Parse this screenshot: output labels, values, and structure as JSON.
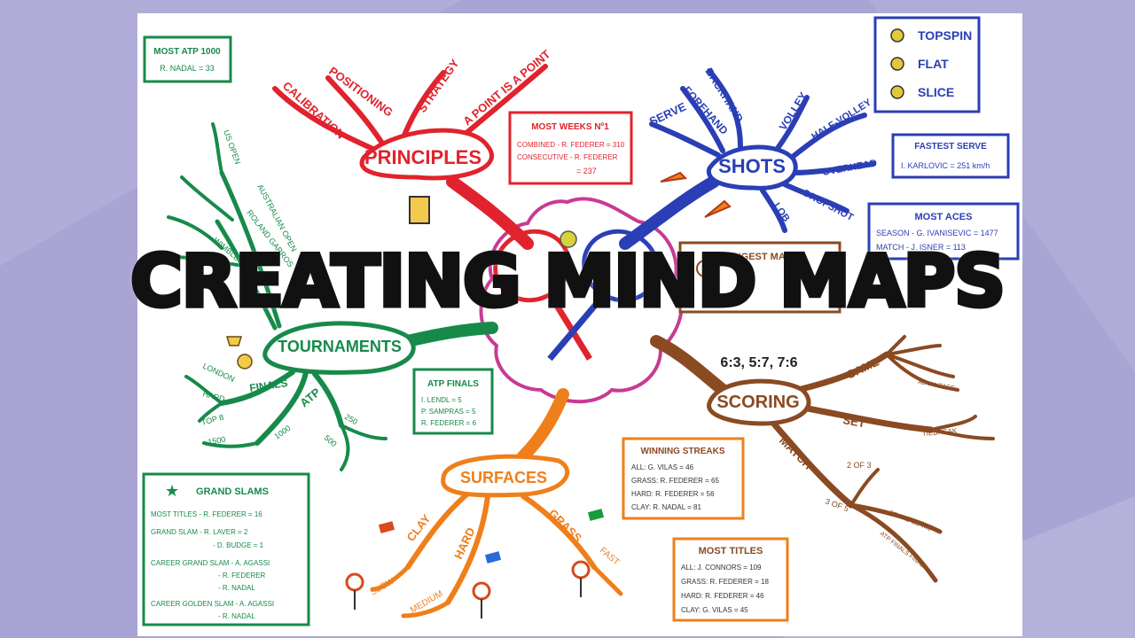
{
  "title": "CREATING MIND MAPS",
  "colors": {
    "background": "#a9a4d3",
    "paper": "#ffffff",
    "principles": "#e0232d",
    "shots": "#2a3fb5",
    "tournaments": "#178a4a",
    "surfaces": "#ef7f1a",
    "scoring": "#8a4a22",
    "center": "#c83a94"
  },
  "center": {
    "icon": "tennis-rackets-icon"
  },
  "branches": {
    "principles": {
      "label": "PRINCIPLES",
      "children": [
        "CALIBRATION",
        "POSITIONING",
        "STRATEGY",
        "A POINT IS A POINT"
      ]
    },
    "shots": {
      "label": "SHOTS",
      "children": [
        "SERVE",
        "FOREHAND",
        "BACKHAND",
        "VOLLEY",
        "HALF-VOLLEY",
        "OVERHEAD",
        "DROPSHOT",
        "LOB"
      ]
    },
    "tournaments": {
      "label": "TOURNAMENTS",
      "children": [
        "US OPEN",
        "ROLAND GARROS",
        "WIMBLEDON",
        "AUSTRALIAN OPEN",
        "FINALS",
        "ATP",
        "LONDON",
        "HARD",
        "TOP 8",
        "1500",
        "1000",
        "500",
        "250"
      ]
    },
    "surfaces": {
      "label": "SURFACES",
      "children": [
        "CLAY",
        "HARD",
        "GRASS",
        "SLOW",
        "MEDIUM",
        "FAST"
      ]
    },
    "scoring": {
      "label": "SCORING",
      "children": [
        "GAME",
        "SET",
        "MATCH",
        "ADVANTAGE",
        "TIEBREAK",
        "2 OF 3",
        "3 OF 5",
        "GRAND SLAMS",
        "ATP FINALS FINAL"
      ],
      "example": "6:3, 5:7, 7:6"
    }
  },
  "boxes": {
    "most_atp": {
      "title": "MOST ATP 1000",
      "line1": "R. NADAL = 33"
    },
    "most_weeks": {
      "title": "MOST WEEKS Nº1",
      "line1": "COMBINED - R. FEDERER = 310",
      "line2": "CONSECUTIVE - R. FEDERER",
      "line3": "= 237"
    },
    "shot_types": {
      "items": [
        "TOPSPIN",
        "FLAT",
        "SLICE"
      ]
    },
    "fastest_serve": {
      "title": "FASTEST SERVE",
      "line1": "I. KARLOVIC = 251 km/h"
    },
    "most_aces": {
      "title": "MOST ACES",
      "line1": "SEASON - G. IVANISEVIC = 1477",
      "line2": "MATCH - J. ISNER = 113"
    },
    "longest_match": {
      "title": "LONGEST MATCH"
    },
    "atp_finals": {
      "title": "ATP FINALS",
      "line1": "I. LENDL = 5",
      "line2": "P. SAMPRAS = 5",
      "line3": "R. FEDERER = 6"
    },
    "winning_streaks": {
      "title": "WINNING STREAKS",
      "line1": "ALL: G. VILAS = 46",
      "line2": "GRASS: R. FEDERER = 65",
      "line3": "HARD: R. FEDERER = 56",
      "line4": "CLAY: R. NADAL = 81"
    },
    "most_titles": {
      "title": "MOST TITLES",
      "line1": "ALL: J. CONNORS = 109",
      "line2": "GRASS: R. FEDERER = 18",
      "line3": "HARD: R. FEDERER = 46",
      "line4": "CLAY: G. VILAS = 45"
    },
    "grand_slams": {
      "title": "GRAND SLAMS",
      "line1": "MOST TITLES - R. FEDERER = 16",
      "line2": "GRAND SLAM - R. LAVER = 2",
      "line3": "- D. BUDGE = 1",
      "line4": "CAREER GRAND SLAM - A. AGASSI",
      "line5": "- R. FEDERER",
      "line6": "- R. NADAL",
      "line7": "CAREER GOLDEN SLAM - A. AGASSI",
      "line8": "- R. NADAL"
    }
  }
}
